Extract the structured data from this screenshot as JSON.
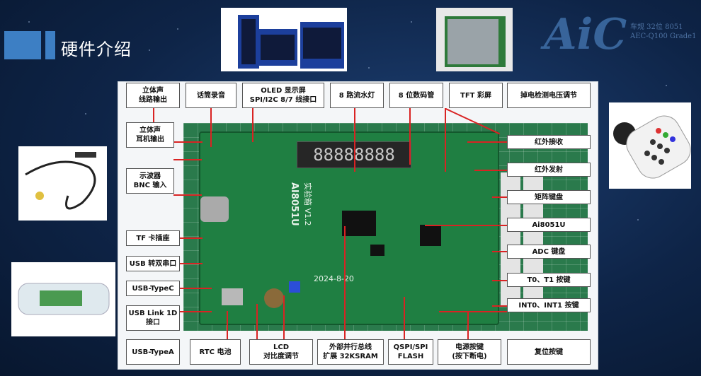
{
  "slide": {
    "title": "硬件介绍",
    "logo_text": "AiC",
    "logo_sub_1": "车规 32位 8051",
    "logo_sub_2": "AEC-Q100 Grade1"
  },
  "board": {
    "silk_1": "AI8051U",
    "silk_2": "实验箱 V1.2",
    "date": "2024-8-20",
    "digits": "88888888"
  },
  "labels": {
    "stereo_line_out": "立体声\n线路输出",
    "mic_record": "话筒录音",
    "oled": "OLED 显示屏\nSPI/I2C 8/7 线接口",
    "led8": "8 路流水灯",
    "seg8": "8 位数码管",
    "tft": "TFT 彩屏",
    "power_detect": "掉电检测电压调节",
    "stereo_headphone": "立体声\n耳机输出",
    "scope_bnc": "示波器\nBNC 输入",
    "tf_card": "TF 卡插座",
    "usb_serial": "USB 转双串口",
    "usb_typec": "USB-TypeC",
    "usb_link": "USB Link 1D\n接口",
    "usb_typea": "USB-TypeA",
    "rtc": "RTC 电池",
    "lcd_contrast": "LCD\n对比度调节",
    "ext_bus": "外部并行总线\n扩展 32KSRAM",
    "qspi": "QSPI/SPI\nFLASH",
    "power_btn": "电源按键\n(按下断电)",
    "reset_btn": "复位按键",
    "ir_recv": "红外接收",
    "ir_send": "红外发射",
    "matrix_kb": "矩阵键盘",
    "mcu": "Ai8051U",
    "adc_kb": "ADC 键盘",
    "t0t1": "T0、T1 按键",
    "int0int1": "INT0、INT1 按键"
  },
  "colors": {
    "connector_line": "#d92323",
    "board_green": "#1f7f42",
    "accent_blue": "#3d7fc4"
  }
}
